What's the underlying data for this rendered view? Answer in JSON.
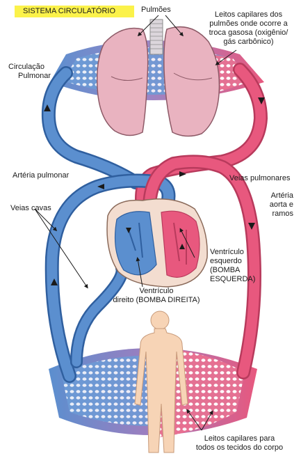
{
  "title": "SISTEMA CIRCULATÓRIO",
  "labels": {
    "pulmoes": "Pulmões",
    "leitos_pulmoes": [
      "Leitos capilares dos",
      "pulmões onde ocorre a",
      "troca gasosa (oxigênio/",
      "gás carbônico)"
    ],
    "circulacao_pulmonar": [
      "Circulação",
      "Pulmonar"
    ],
    "arteria_pulmonar": "Artéria pulmonar",
    "veias_pulmonares": "Veias pulmonares",
    "veias_cavas": "Veias cavas",
    "arteria_aorta": [
      "Artéria",
      "aorta e",
      "ramos"
    ],
    "ventriculo_esquerdo": [
      "Ventrículo",
      "esquerdo",
      "(BOMBA",
      "ESQUERDA)"
    ],
    "ventriculo_direito": [
      "Ventrículo",
      "direito (BOMBA DIREITA)"
    ],
    "leitos_corpo": [
      "Leitos capilares para",
      "todos os tecidos do corpo"
    ]
  },
  "colors": {
    "venous_blue": "#5b8fcf",
    "arterial_red": "#e8587e",
    "lung_pink": "#e9b3c0",
    "title_yellow": "#fbf24a",
    "body_skin": "#f7d4b6"
  }
}
